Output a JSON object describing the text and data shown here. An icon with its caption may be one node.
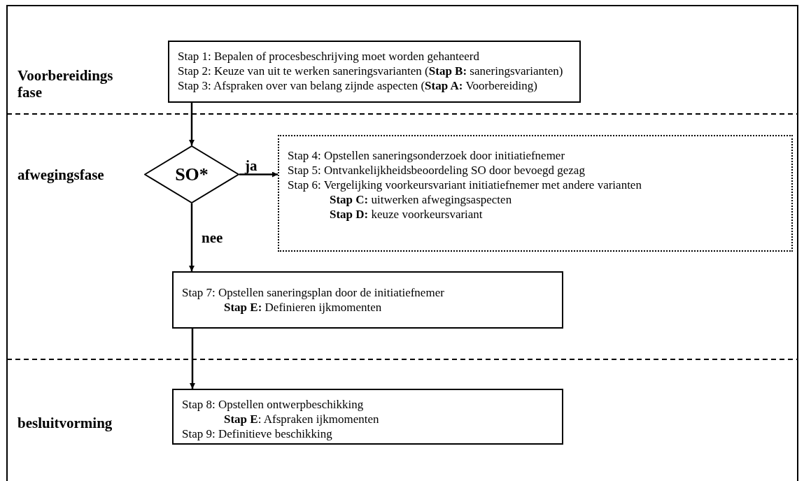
{
  "diagram": {
    "nodes": [
      {
        "text": [
          "Stap 1: Bepalen of procesbeschrijving moet worden gehanteerd",
          "Stap 2: Keuze van uit te werken saneringsvarianten (**Stap B:** saneringsvarianten)",
          "Stap 3: Afspraken over van belang zijnde aspecten (**Stap A:** Voorbereiding)"
        ]
      },
      {
        "text": [
          "SO*"
        ]
      },
      {
        "text": [
          "Stap 4: Opstellen saneringsonderzoek door initiatiefnemer",
          "Stap 5: Ontvankelijkheidsbeoordeling SO door bevoegd gezag",
          "Stap 6: Vergelijking voorkeursvariant initiatiefnemer met andere varianten",
          "**Stap C:** uitwerken afwegingsaspecten",
          "**Stap D:** keuze voorkeursvariant"
        ]
      },
      {
        "text": [
          "Stap 7: Opstellen saneringsplan door de initiatiefnemer",
          "**Stap E:** Definieren ijkmomenten"
        ]
      },
      {
        "text": [
          "Stap 8: Opstellen ontwerpbeschikking",
          "**Stap E**: Afspraken ijkmomenten",
          "Stap 9: Definitieve beschikking"
        ]
      }
    ],
    "edges": [
      {
        "from": 0,
        "to": 1,
        "arrow": "to"
      },
      {
        "from": 1,
        "to": 2,
        "label": "ja",
        "arrow": "to"
      },
      {
        "from": 1,
        "to": 3,
        "label": "nee",
        "arrow": "to"
      },
      {
        "from": 3,
        "to": 4,
        "arrow": "to"
      }
    ],
    "labels": [
      "Voorbereidings fase",
      "afwegingsfase",
      "besluitvorming"
    ]
  }
}
